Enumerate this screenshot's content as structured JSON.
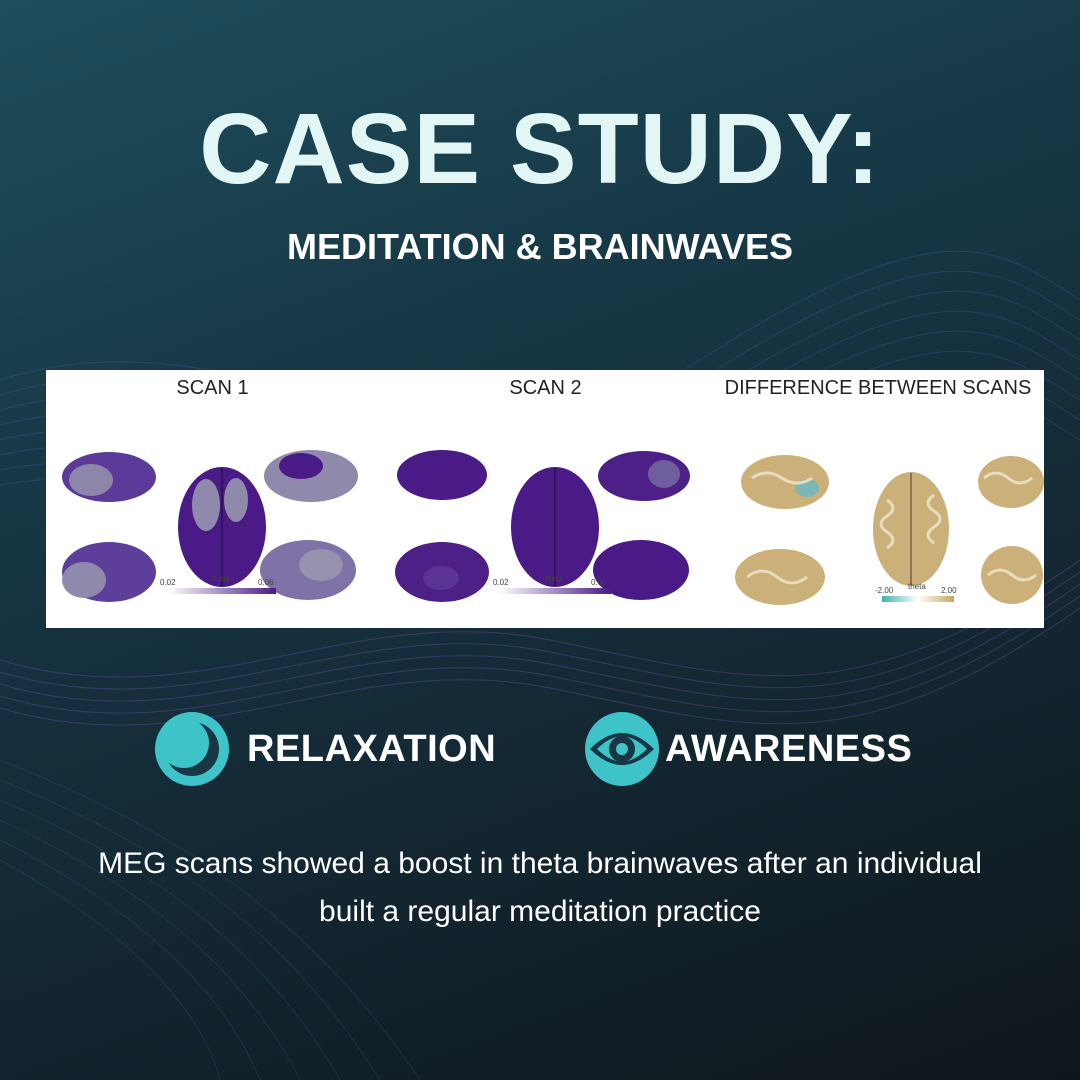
{
  "title": "CASE STUDY:",
  "subtitle": "MEDITATION & BRAINWAVES",
  "figure": {
    "panels": [
      {
        "title": "SCAN 1",
        "cbar_label": "theta",
        "cbar_min": "0.02",
        "cbar_max": "0.06"
      },
      {
        "title": "SCAN 2",
        "cbar_label": "theta",
        "cbar_min": "0.02",
        "cbar_max": "0.06"
      },
      {
        "title": "DIFFERENCE BETWEEN SCANS",
        "cbar_label": "theta",
        "cbar_min": "-2.00",
        "cbar_max": "2.00"
      }
    ]
  },
  "features": [
    {
      "label": "RELAXATION",
      "icon": "crescent-moon-icon"
    },
    {
      "label": "AWARENESS",
      "icon": "eye-icon"
    }
  ],
  "caption": "MEG scans showed a boost in theta brainwaves after an individual built a regular meditation practice",
  "colors": {
    "accent": "#3ec3c8",
    "icon_inner": "#173745",
    "title": "#e3f6f6",
    "scan_purple": "#4a1a86",
    "difference_tan": "#cbb07a"
  }
}
